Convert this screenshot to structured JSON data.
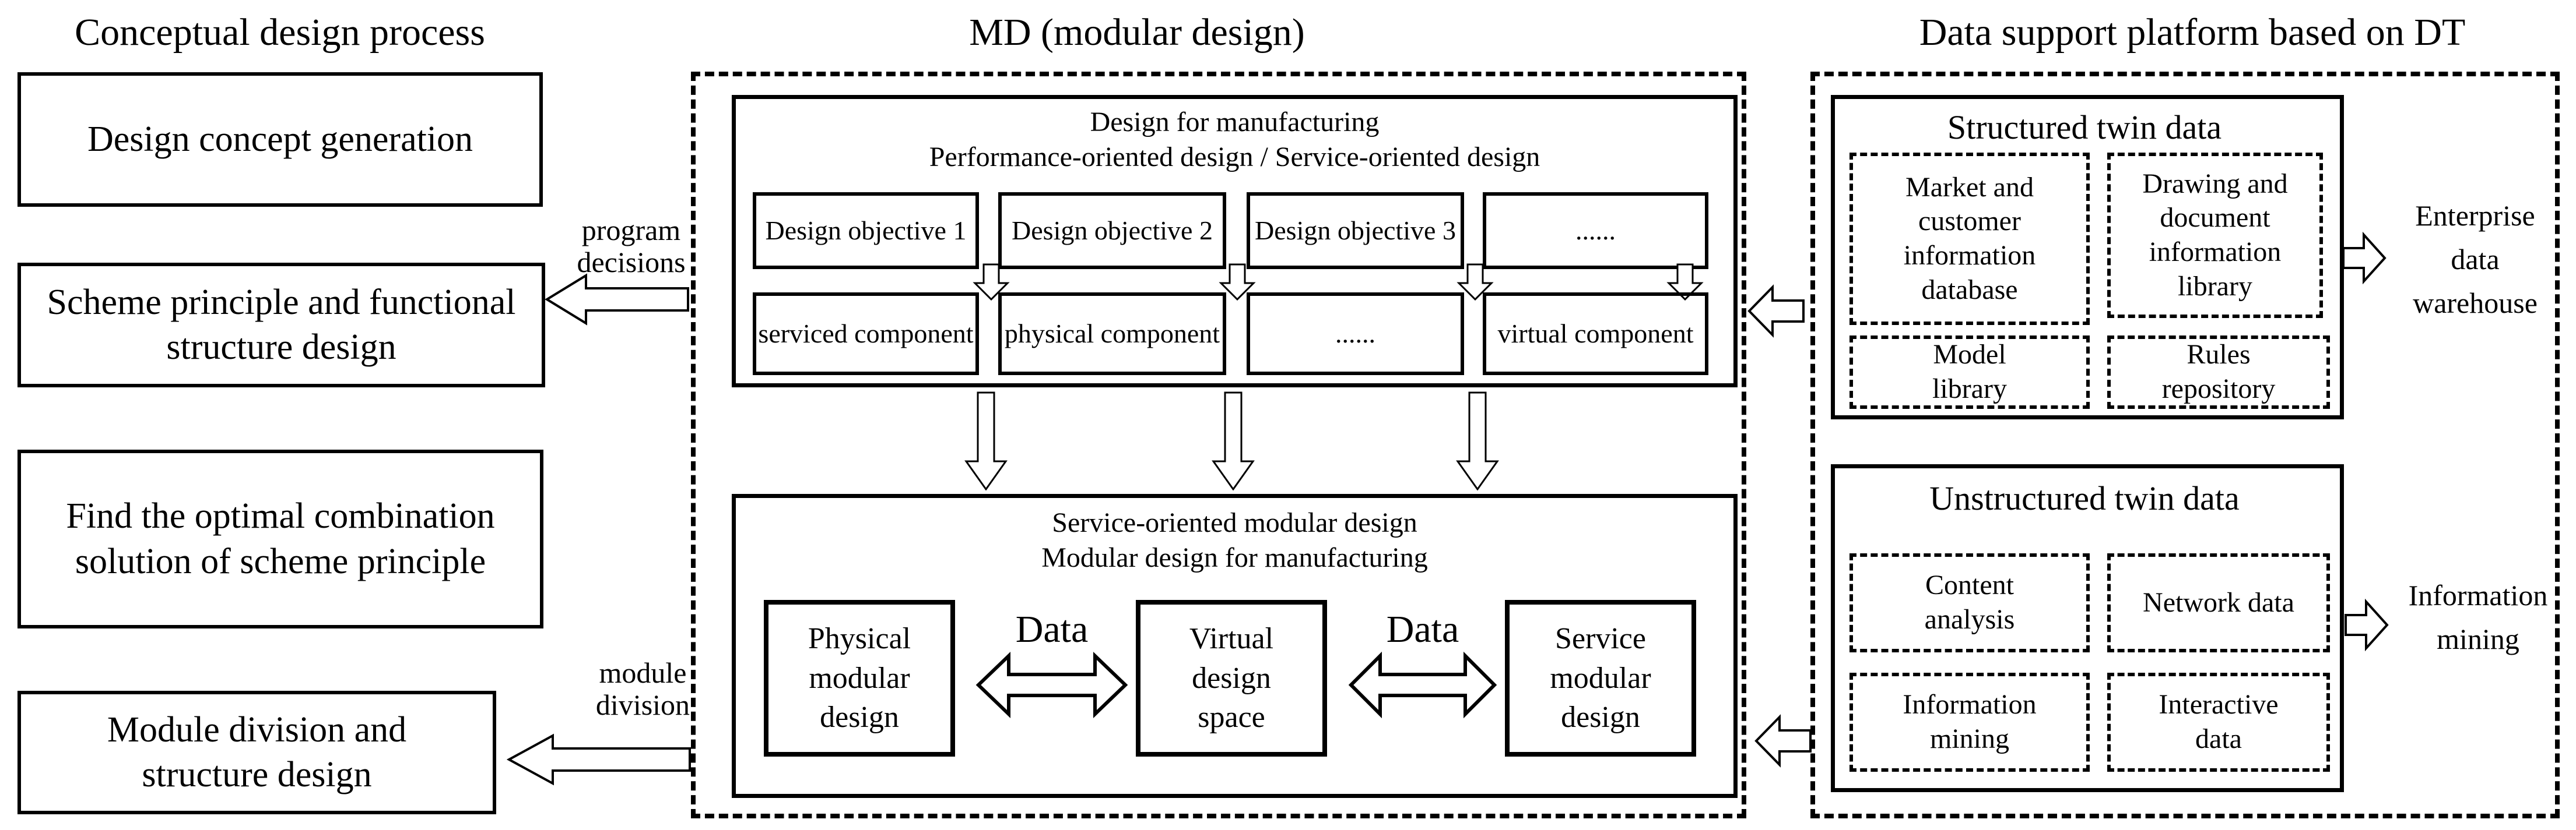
{
  "left": {
    "title": "Conceptual design process",
    "boxes": [
      "Design concept generation",
      "Scheme principle and functional structure design",
      "Find the optimal combination solution of scheme principle",
      "Module division and structure design"
    ],
    "arrow_labels": [
      {
        "line1": "program",
        "line2": "decisions"
      },
      {
        "line1": "module",
        "line2": "division"
      }
    ]
  },
  "middle": {
    "title": "MD (modular design)",
    "dfm": {
      "title1": "Design for manufacturing",
      "title2": "Performance-oriented design / Service-oriented design",
      "objectives": [
        "Design objective 1",
        "Design objective 2",
        "Design objective 3",
        "......"
      ],
      "components": [
        "serviced component",
        "physical component",
        "......",
        "virtual component"
      ]
    },
    "somd": {
      "title1": "Service-oriented modular design",
      "title2": "Modular design for manufacturing",
      "modules": [
        "Physical modular design",
        "Virtual design space",
        "Service modular design"
      ],
      "data_labels": [
        "Data",
        "Data"
      ]
    }
  },
  "right": {
    "title": "Data support platform based on DT",
    "structured": {
      "title": "Structured twin data",
      "cells": [
        "Market and customer information database",
        "Drawing and document information library",
        "Model library",
        "Rules repository"
      ]
    },
    "unstructured": {
      "title": "Unstructured twin data",
      "cells": [
        "Content analysis",
        "Network data",
        "Information mining",
        "Interactive data"
      ]
    },
    "outputs": [
      "Enterprise data warehouse",
      "Information mining"
    ]
  }
}
